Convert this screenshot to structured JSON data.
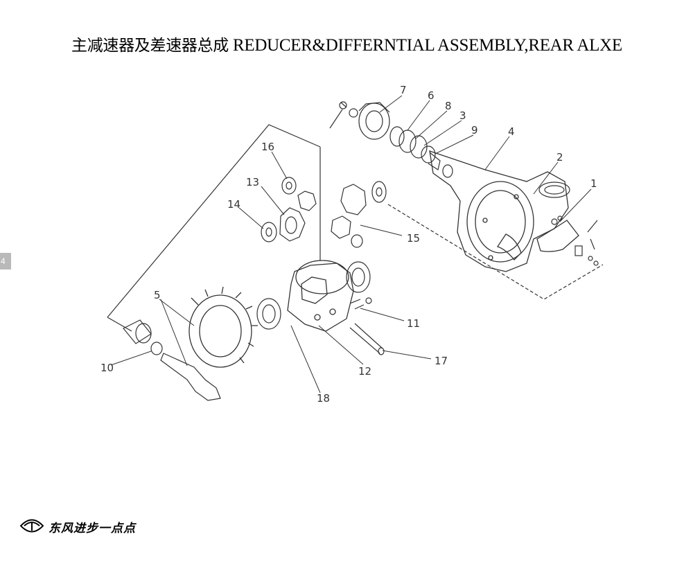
{
  "title": {
    "cn": "主减速器及差速器总成",
    "en": "REDUCER&DIFFERNTIAL ASSEMBLY,REAR ALXE"
  },
  "side_tab": "4",
  "callouts": [
    "1",
    "2",
    "3",
    "4",
    "5",
    "6",
    "7",
    "8",
    "9",
    "10",
    "11",
    "12",
    "13",
    "14",
    "15",
    "16",
    "17",
    "18"
  ],
  "brand": "东风进步一点点",
  "colors": {
    "line": "#333333",
    "tab": "#b9b9b9"
  }
}
